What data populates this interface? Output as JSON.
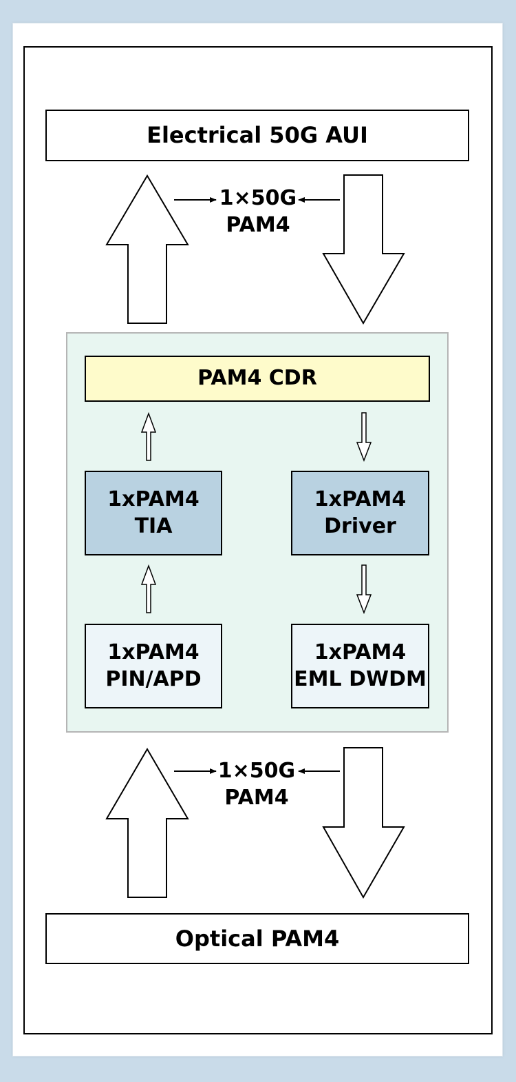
{
  "blocks": {
    "electrical": "Electrical 50G AUI",
    "optical": "Optical PAM4",
    "cdr": "PAM4 CDR",
    "tia": {
      "line1": "1xPAM4",
      "line2": "TIA"
    },
    "driver": {
      "line1": "1xPAM4",
      "line2": "Driver"
    },
    "pin": {
      "line1": "1xPAM4",
      "line2": "PIN/APD"
    },
    "eml": {
      "line1": "1xPAM4",
      "line2": "EML DWDM"
    }
  },
  "links": {
    "top": {
      "line1": "1×50G",
      "line2": "PAM4"
    },
    "bottom": {
      "line1": "1×50G",
      "line2": "PAM4"
    }
  },
  "colors": {
    "background": "#c9dbe9",
    "module_fill": "#e8f6f1",
    "cdr_fill": "#fefbcb",
    "component_dark": "#b9d2e1",
    "component_light": "#edf5f9"
  }
}
